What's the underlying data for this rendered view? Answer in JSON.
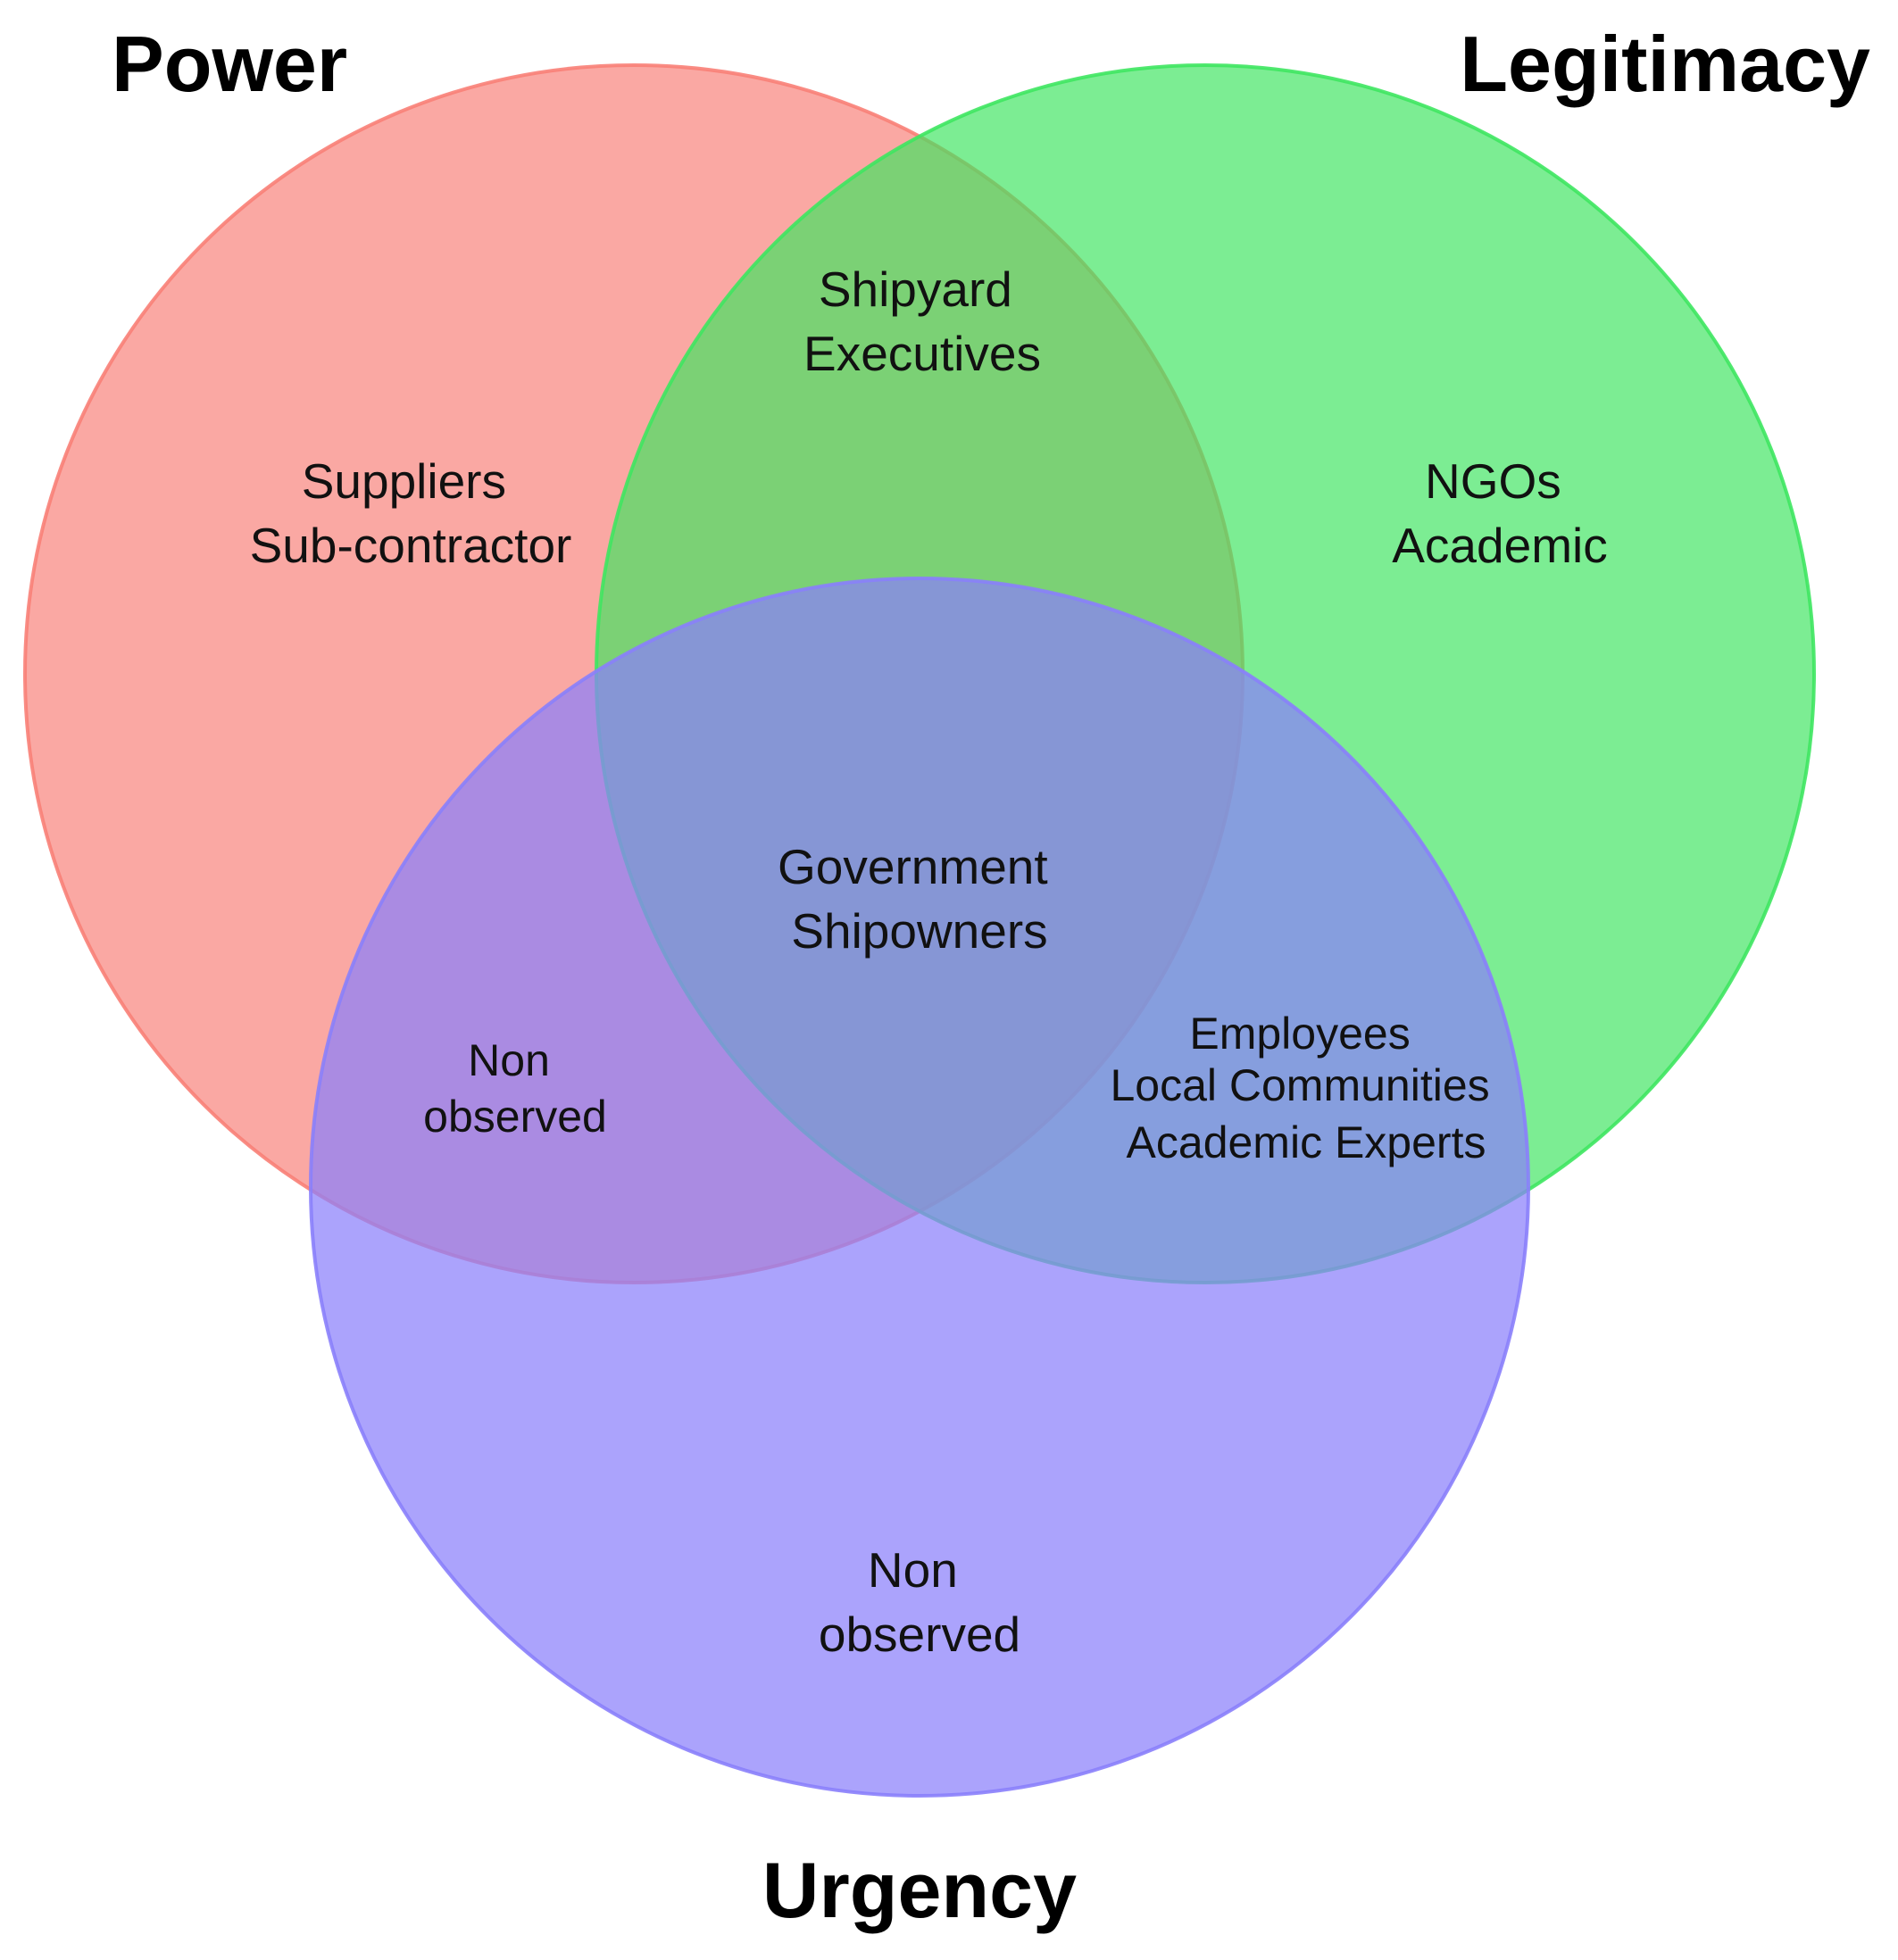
{
  "diagram": {
    "type": "venn",
    "sets": [
      {
        "key": "power",
        "label": "Power",
        "color": "#f87f77"
      },
      {
        "key": "legitimacy",
        "label": "Legitimacy",
        "color": "#3ee560"
      },
      {
        "key": "urgency",
        "label": "Urgency",
        "color": "#8a80fb"
      }
    ],
    "regions": {
      "power_only": [
        "Suppliers",
        "Sub-contractor"
      ],
      "legitimacy_only": [
        "NGOs",
        "Academic"
      ],
      "urgency_only": [
        "Non",
        "observed"
      ],
      "power_legitimacy": [
        "Shipyard",
        "Executives"
      ],
      "power_urgency": [
        "Non",
        "observed"
      ],
      "legitimacy_urgency": [
        "Employees",
        "Local Communities",
        "Academic Experts"
      ],
      "all_three": [
        "Government",
        "Shipowners"
      ]
    }
  }
}
